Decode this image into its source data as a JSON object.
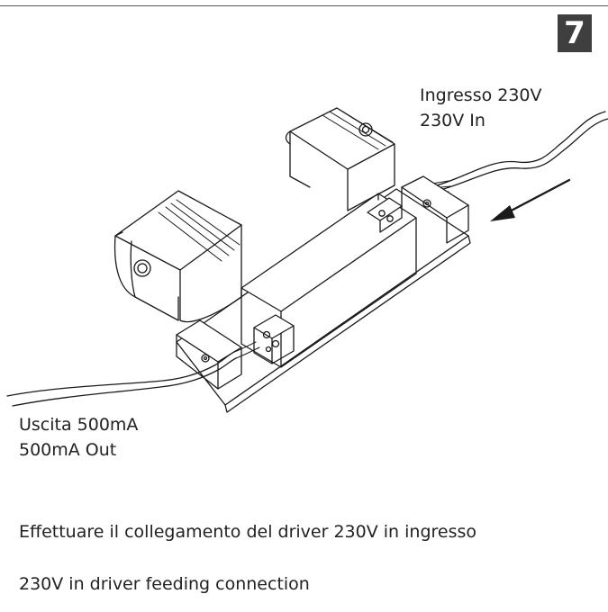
{
  "step": {
    "number": "7"
  },
  "input_label": {
    "line1": "Ingresso 230V",
    "line2": "230V In"
  },
  "output_label": {
    "line1": "Uscita 500mA",
    "line2": "500mA Out"
  },
  "caption": {
    "italian": "Effettuare il collegamento del driver 230V in ingresso",
    "english": "230V in driver feeding connection"
  },
  "colors": {
    "badge": "#3f3f3f",
    "line_art": "#1a1a1a"
  }
}
